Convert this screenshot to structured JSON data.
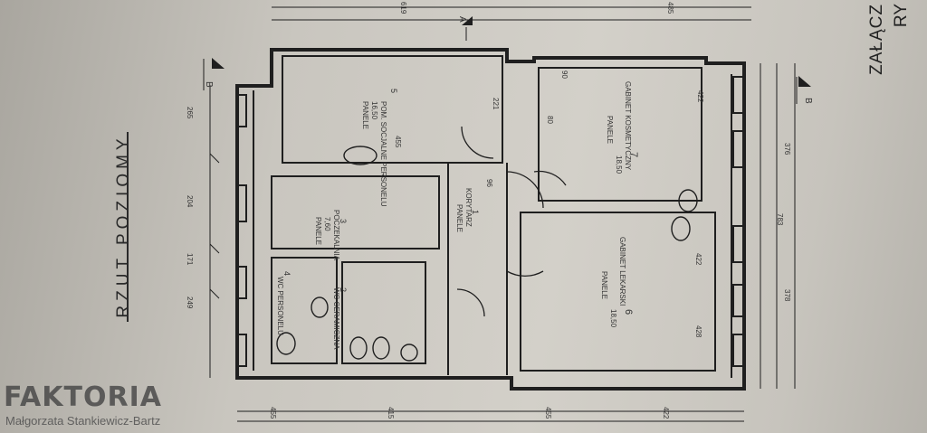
{
  "drawing": {
    "title": "RZUT POZIOMY",
    "corner_line1": "ZAŁĄCZ",
    "corner_line2": "RY",
    "section_marks": [
      "A",
      "B",
      "B"
    ]
  },
  "rooms": [
    {
      "number": "5",
      "name": "POM. SOCJALNE PERSONELU",
      "area": "16,50",
      "floor": "PANELE"
    },
    {
      "number": "3",
      "name": "POCZEKALNIA",
      "area": "7,60",
      "floor": "PANELE"
    },
    {
      "number": "1",
      "name": "KORYTARZ",
      "area": "",
      "floor": "PANELE"
    },
    {
      "number": "2",
      "name": "WC CERAMICZNA",
      "area": "",
      "floor": ""
    },
    {
      "number": "4",
      "name": "WC PERSONELU",
      "area": "",
      "floor": ""
    },
    {
      "number": "7",
      "name": "GABINET KOSMETYCZNY",
      "area": "18,50",
      "floor": "PANELE"
    },
    {
      "number": "6",
      "name": "GABINET LEKARSKI",
      "area": "18,50",
      "floor": "PANELE"
    }
  ],
  "dimensions": {
    "left": [
      "265",
      "204",
      "171",
      "249"
    ],
    "right": [
      "376",
      "783",
      "378"
    ],
    "bottom": [
      "455",
      "415",
      "455",
      "422"
    ],
    "top": [
      "619",
      "485"
    ],
    "room5": [
      "455",
      "221",
      "96"
    ],
    "room7": [
      "90",
      "80",
      "422"
    ],
    "room6": [
      "422",
      "428"
    ]
  },
  "watermark": {
    "brand": "FAKTORIA",
    "person": "Małgorzata Stankiewicz-Bartz"
  }
}
